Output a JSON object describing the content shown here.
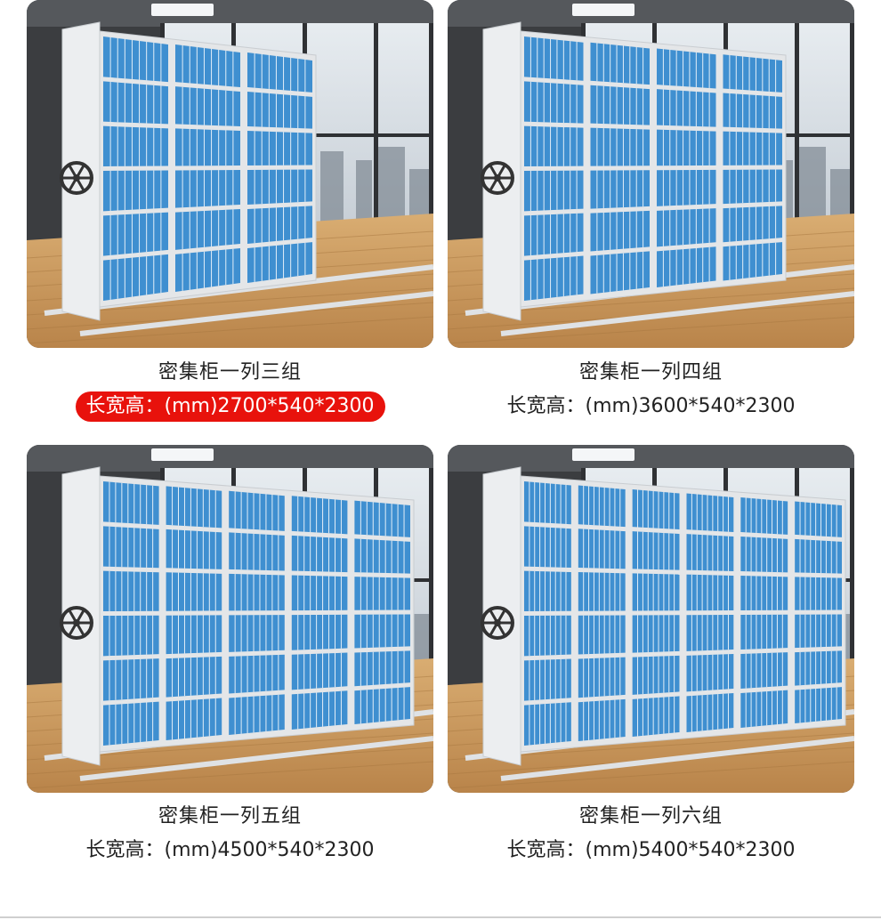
{
  "products": [
    {
      "name": "密集柜一列三组",
      "spec": "长宽高：(mm)2700*540*2300",
      "highlighted": true,
      "columns": 3
    },
    {
      "name": "密集柜一列四组",
      "spec": "长宽高：(mm)3600*540*2300",
      "highlighted": false,
      "columns": 4
    },
    {
      "name": "密集柜一列五组",
      "spec": "长宽高：(mm)4500*540*2300",
      "highlighted": false,
      "columns": 5
    },
    {
      "name": "密集柜一列六组",
      "spec": "长宽高：(mm)5400*540*2300",
      "highlighted": false,
      "columns": 6
    }
  ],
  "colors": {
    "highlight": "#e8120c",
    "binder_blue": "#3f8fd0",
    "cabinet_frame": "#e4e6e8",
    "floor_wood": "#c9975a",
    "wall_dark": "#3b3d40"
  }
}
